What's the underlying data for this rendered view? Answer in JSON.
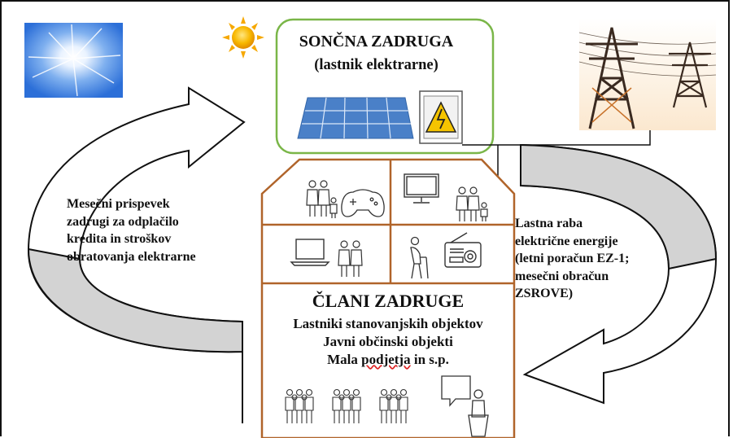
{
  "cooperative": {
    "title": "SONČNA ZADRUGA",
    "subtitle": "(lastnik elektrarne)"
  },
  "left_flow": {
    "lines": [
      "Mesečni prispevek",
      "zadrugi za odplačilo",
      "kredita in stroškov",
      "obratovanja elektrarne"
    ]
  },
  "right_flow": {
    "lines": [
      "Lastna raba",
      "električne energije",
      "(letni poračun EZ-1;",
      "mesečni obračun",
      "ZSROVE)"
    ]
  },
  "members": {
    "title": "ČLANI ZADRUGE",
    "line1": "Lastniki stanovanjskih objektov",
    "line2": "Javni občinski objekti",
    "line3_a": "Mala ",
    "line3_b": "podjetja",
    "line3_c": " in s.p."
  },
  "icons": [
    "sky-sun-image-icon",
    "small-sun-icon",
    "solar-panel-icon",
    "electrical-hazard-meter-icon",
    "power-transmission-towers-icon",
    "family-icon",
    "game-controller-icon",
    "tv-icon",
    "laptop-icon",
    "couple-icon",
    "elderly-person-icon",
    "radio-icon",
    "group-of-people-icon",
    "speaker-podium-icon"
  ],
  "colors": {
    "cooperative_border": "#7ab648",
    "house_outline": "#b0642a",
    "arrow_fill": "#d3d3d3",
    "panel_blue": "#4a80c8",
    "meter_yellow": "#f5c400",
    "sun_orange": "#f6a800"
  }
}
